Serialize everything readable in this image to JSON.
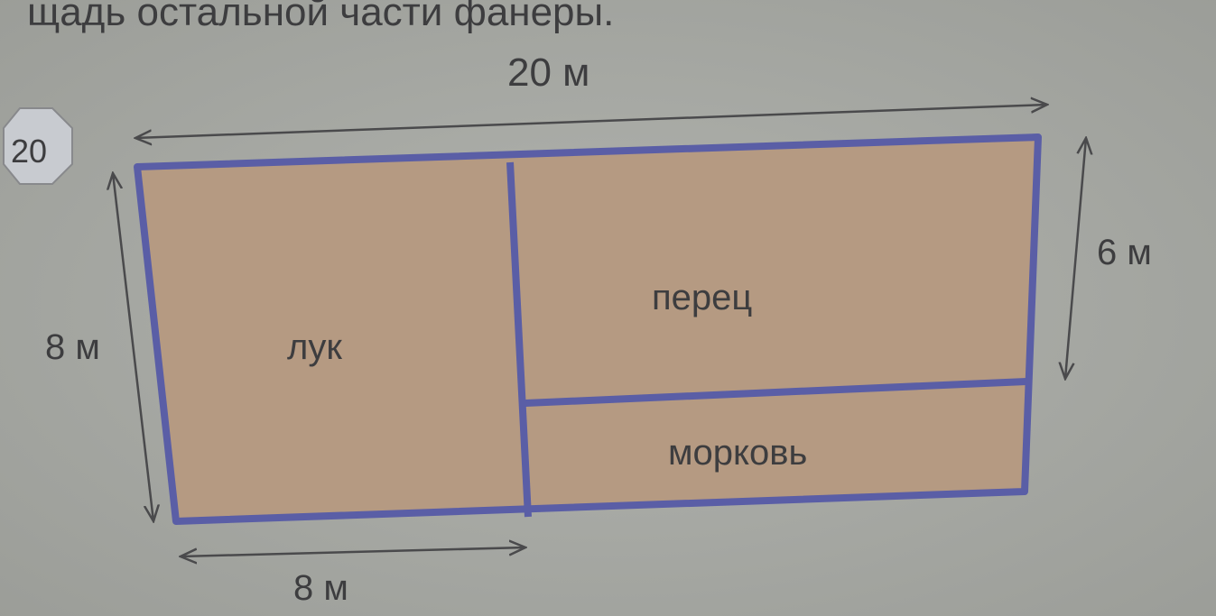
{
  "header_text": "щадь остальной части фанеры.",
  "problem_number": "20",
  "dimensions": {
    "top_width": "20 м",
    "left_height": "8 м",
    "right_height": "6 м",
    "bottom_width": "8 м"
  },
  "regions": {
    "onion": "лук",
    "pepper": "перец",
    "carrot": "морковь"
  },
  "colors": {
    "background": "#a8aaa5",
    "region_fill": "#b59a82",
    "border": "#5a5ea6",
    "arrow": "#4a4a4c"
  }
}
